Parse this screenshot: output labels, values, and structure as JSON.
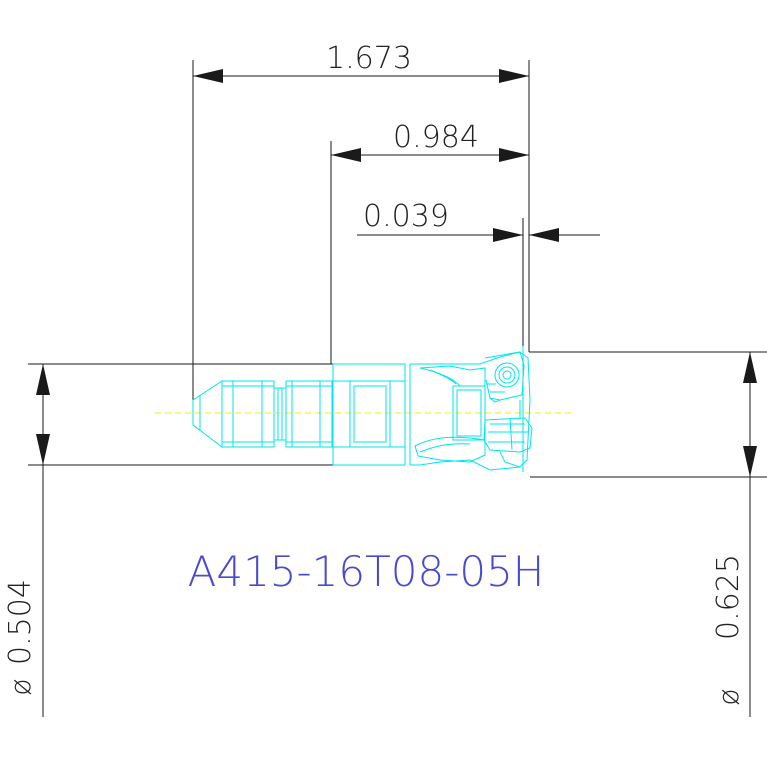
{
  "drawing": {
    "part_number": "A415-16T08-05H",
    "dimensions": {
      "overall_length": "1.673",
      "head_length": "0.984",
      "edge_offset": "0.039",
      "shank_diameter_value": "0.504",
      "cutting_diameter_value": "0.625",
      "diameter_symbol": "ø"
    },
    "colors": {
      "dimension_lines": "#1a1a1a",
      "part_outline": "#00e5ee",
      "centerline": "#f0f000",
      "part_label": "#4a4ad0"
    }
  }
}
